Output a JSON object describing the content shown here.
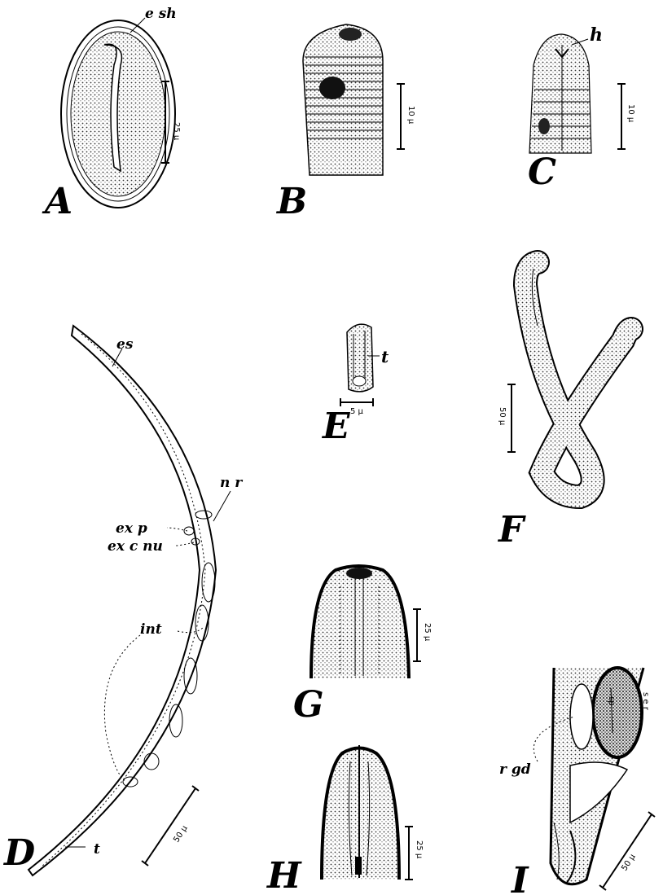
{
  "figures": {
    "A": {
      "letter": "A",
      "label": "e sh",
      "scale": "25 μ"
    },
    "B": {
      "letter": "B",
      "scale": "10 μ"
    },
    "C": {
      "letter": "C",
      "label": "h",
      "scale": "10 μ"
    },
    "D": {
      "letter": "D",
      "labels": {
        "es": "es",
        "nr": "n r",
        "exp": "ex p",
        "excnu": "ex c nu",
        "int": "int",
        "t": "t"
      },
      "scale": "50 μ"
    },
    "E": {
      "letter": "E",
      "label": "t",
      "scale": "5 μ"
    },
    "F": {
      "letter": "F",
      "scale": "50 μ"
    },
    "G": {
      "letter": "G",
      "scale": "25 μ"
    },
    "H": {
      "letter": "H",
      "scale": "25 μ"
    },
    "I": {
      "letter": "I",
      "labels": {
        "rgd": "r gd",
        "sp": "sp",
        "ser": "s e r"
      },
      "scale": "50 μ"
    }
  }
}
